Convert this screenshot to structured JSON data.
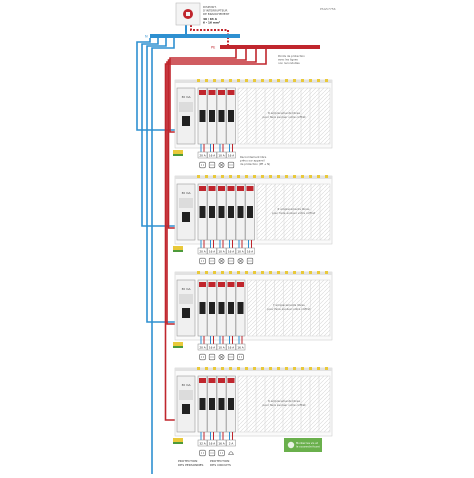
{
  "header": {
    "reference": "PSG57756",
    "main_switch_lines": [
      "DISPOSIT.",
      "D'INTERRUPTEUR",
      "DE BRANCHEMENT"
    ],
    "main_switch_rating": [
      "40 / 63 A",
      "6 - 16 mm²"
    ]
  },
  "busbars": {
    "neutral_label": "N",
    "phase_label": "PE"
  },
  "note_top": [
    "Points de protection",
    "avec les lignes",
    "non reconduites"
  ],
  "note_middle": [
    "Raccordement libre",
    "prévu sur appareil",
    "de protection (PE + N)"
  ],
  "rows": [
    {
      "name": "row-1",
      "rcd_label": "30 mA",
      "breaker_ratings": [
        "20 A",
        "16 A",
        "10 A",
        "16 A"
      ],
      "circuit_symbols": [
        "socket",
        "socket",
        "light",
        "socket"
      ],
      "free_slots_text": [
        "8 emplacements libres",
        "pour faire évoluer votre coffret"
      ]
    },
    {
      "name": "row-2",
      "rcd_label": "30 mA",
      "breaker_ratings": [
        "20 A",
        "16 A",
        "10 A",
        "16 A",
        "10 A",
        "16 A"
      ],
      "circuit_symbols": [
        "socket",
        "socket",
        "light",
        "socket",
        "light",
        "socket"
      ],
      "free_slots_text": [
        "6 emplacements libres",
        "pour faire évoluer votre coffret"
      ]
    },
    {
      "name": "row-3",
      "rcd_label": "30 mA",
      "breaker_ratings": [
        "20 A",
        "16 A",
        "10 A",
        "16 A",
        "16 A"
      ],
      "circuit_symbols": [
        "socket",
        "socket",
        "light",
        "socket",
        "socket"
      ],
      "free_slots_text": [
        "7 emplacements libres",
        "pour faire évoluer votre coffret"
      ]
    },
    {
      "name": "row-4",
      "rcd_label": "30 mA",
      "breaker_ratings": [
        "32 A",
        "16 A",
        "16 A",
        "2 A"
      ],
      "circuit_symbols": [
        "socket",
        "socket",
        "socket",
        "bell"
      ],
      "free_slots_text": [
        "8 emplacements libres",
        "pour faire évoluer votre coffret"
      ]
    }
  ],
  "footer": {
    "left_label": [
      "PROTECTION",
      "DES PERSONNES"
    ],
    "right_label": [
      "PROTECTION",
      "DES CIRCUITS"
    ],
    "badge_text": [
      "Montez les vis et",
      "le couvercle fourni"
    ]
  },
  "colors": {
    "phase": "#c0262d",
    "neutral": "#2e90d1",
    "earth_yellow": "#e9c93a",
    "earth_green": "#4d9a3a",
    "module_white": "#f2f2f2",
    "badge_green": "#6ab04c"
  }
}
